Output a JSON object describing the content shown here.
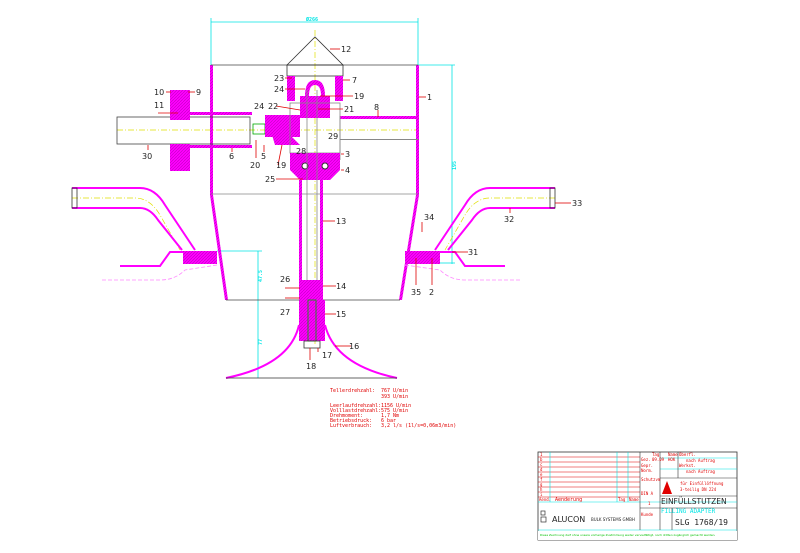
{
  "drawing": {
    "dimensions": {
      "top_width": "Ø266",
      "height_right": "195",
      "height_lower": "47.5",
      "height_bell": "77"
    },
    "labels": {
      "l1": "1",
      "l2": "2",
      "l3": "3",
      "l4": "4",
      "l5": "5",
      "l6": "6",
      "l7": "7",
      "l8": "8",
      "l9": "9",
      "l10": "10",
      "l11": "11",
      "l12": "12",
      "l13": "13",
      "l14": "14",
      "l15": "15",
      "l16": "16",
      "l17": "17",
      "l18": "18",
      "l19a": "19",
      "l19b": "19",
      "l20": "20",
      "l21": "21",
      "l22": "22",
      "l23": "23",
      "l24a": "24",
      "l24b": "24",
      "l25": "25",
      "l26": "26",
      "l27": "27",
      "l28": "28",
      "l29": "29",
      "l30": "30",
      "l31": "31",
      "l32": "32",
      "l33": "33",
      "l34": "34",
      "l35": "35"
    }
  },
  "specs": [
    {
      "name": "Tellerdrehzahl:",
      "value": "767 U/min"
    },
    {
      "name": "",
      "value": "393 U/min"
    },
    {
      "name": "Leerlaufdrehzahl:",
      "value": "1156 U/min"
    },
    {
      "name": "Volllastdrehzahl:",
      "value": "575 U/min"
    },
    {
      "name": "Drehmoment:",
      "value": "1,7 Nm"
    },
    {
      "name": "Betriebsdruck:",
      "value": "6 bar"
    },
    {
      "name": "Luftverbrauch:",
      "value": "3,2 l/s   (1l/s=0,06m3/min)"
    }
  ],
  "title_block": {
    "rev_rows": [
      "1",
      "b",
      "c",
      "d",
      "e",
      "f",
      "g",
      "h",
      "i"
    ],
    "rev_header": {
      "aend": "Aend.",
      "aenderung": "Aenderung",
      "tag": "Tag",
      "name": "Name"
    },
    "col_tag": "Tag",
    "col_name": "Name",
    "gez": "Gez.",
    "gez_date": "09.09",
    "gez_name": "HOK",
    "gepr": "Gepr.",
    "norm": "Norm.",
    "oberfl": "Oberfl.",
    "oberfl_val": "nach Auftrag",
    "werkst": "Werkst.",
    "werkst_val": "nach Auftrag",
    "schutz": "Schutzvm",
    "din": "DIN A",
    "sheet": "1",
    "opening_line1": "für Einfüllöffnung",
    "opening_line2": "3-teilig DN 224",
    "title_de": "EINFÜLLSTUTZEN",
    "title_en": "FILLING ADAPTER",
    "company": "ALUCON",
    "company_sub": "BULK SYSTEMS GMBH",
    "drawing_no": "SLG 1768/19",
    "small_code": "Kunde",
    "footer": "Diese Zeichnung darf ohne unsere vorherige Zustimmung weder vervielfältigt, noch dritten zugänglich gemacht werden."
  }
}
